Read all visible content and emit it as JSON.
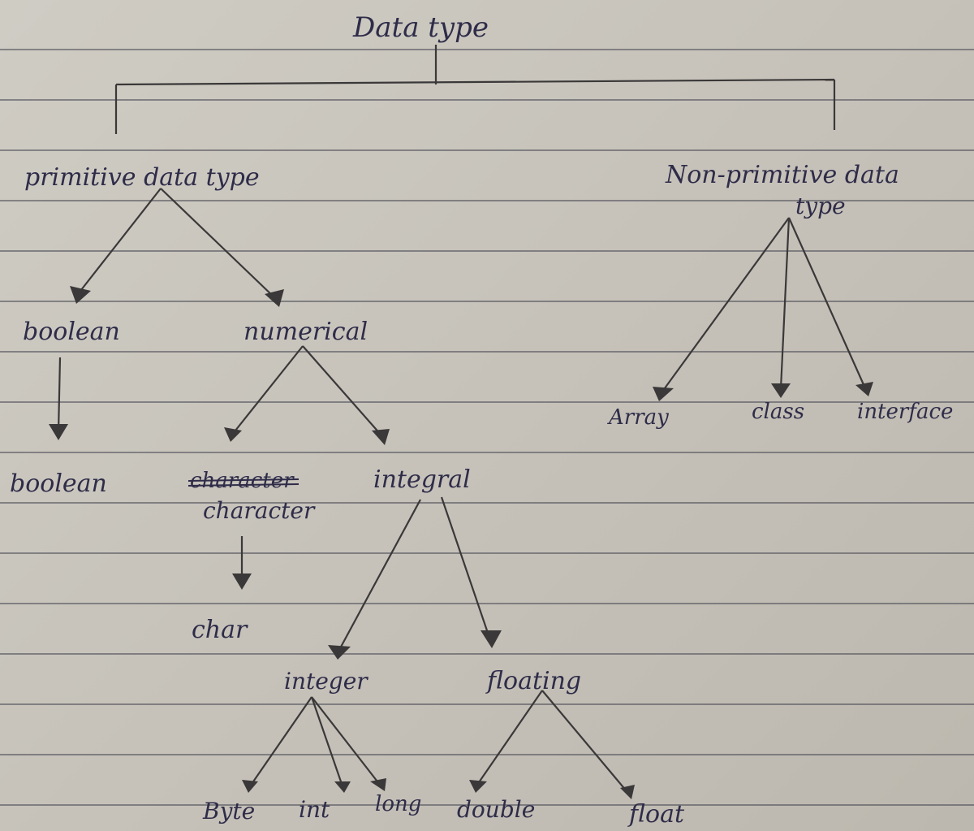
{
  "diagram": {
    "root": "Data type",
    "primitive": {
      "label": "primitive data type",
      "boolean_group": "boolean",
      "boolean_leaf": "boolean",
      "numerical": "numerical",
      "character_struck": "character",
      "character": "character",
      "char": "char",
      "integral": "integral",
      "integer": "integer",
      "floating": "floating",
      "integer_types": [
        "Byte",
        "int",
        "long"
      ],
      "floating_types": [
        "double",
        "float"
      ]
    },
    "non_primitive": {
      "label_line1": "Non-primitive data",
      "label_line2": "type",
      "children": [
        "Array",
        "class",
        "interface"
      ]
    }
  }
}
